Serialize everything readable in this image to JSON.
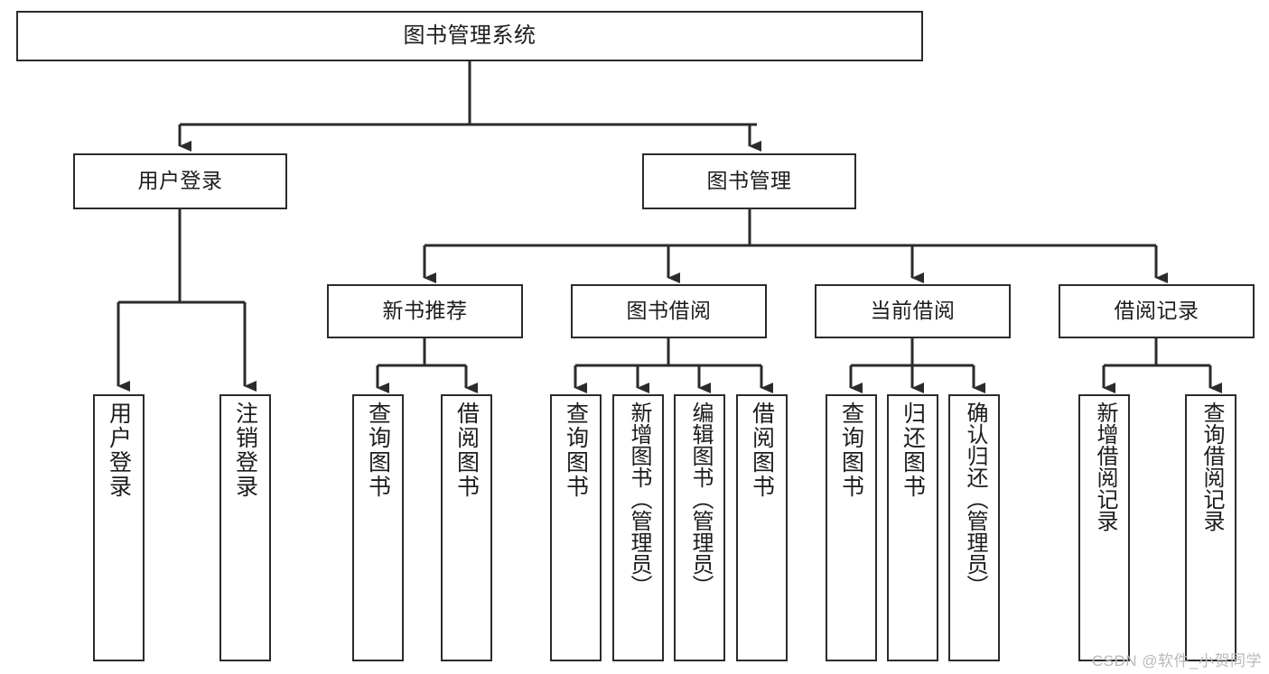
{
  "diagram": {
    "title": "图书管理系统",
    "watermark": "CSDN @软件_小贺同学",
    "line_color": "#2b2b2b",
    "text_color": "#1c1c1c",
    "background": "#ffffff",
    "nodes": {
      "root": {
        "label": "图书管理系统"
      },
      "level2": [
        {
          "label": "用户登录"
        },
        {
          "label": "图书管理"
        }
      ],
      "level3": [
        {
          "label": "新书推荐"
        },
        {
          "label": "图书借阅"
        },
        {
          "label": "当前借阅"
        },
        {
          "label": "借阅记录"
        }
      ],
      "leaves": {
        "user_login": [
          {
            "label": "用户登录"
          },
          {
            "label": "注销登录"
          }
        ],
        "new_book": [
          {
            "label": "查询图书"
          },
          {
            "label": "借阅图书"
          }
        ],
        "book_borrow": [
          {
            "label": "查询图书"
          },
          {
            "label": "新增图书（管理员）"
          },
          {
            "label": "编辑图书（管理员）"
          },
          {
            "label": "借阅图书"
          }
        ],
        "current_borrow": [
          {
            "label": "查询图书"
          },
          {
            "label": "归还图书"
          },
          {
            "label": "确认归还（管理员）"
          }
        ],
        "borrow_record": [
          {
            "label": "新增借阅记录"
          },
          {
            "label": "查询借阅记录"
          }
        ]
      }
    }
  }
}
